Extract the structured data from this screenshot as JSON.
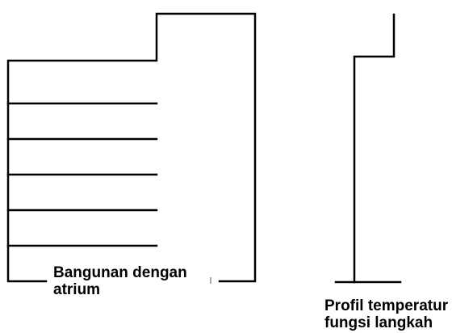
{
  "building_diagram": {
    "caption_line1": "Bangunan dengan",
    "caption_line2": "atrium",
    "floor_count": 5
  },
  "temperature_profile": {
    "caption_line1": "Profil temperatur",
    "caption_line2": "fungsi langkah"
  },
  "colors": {
    "line": "#000000",
    "background": "#ffffff"
  }
}
